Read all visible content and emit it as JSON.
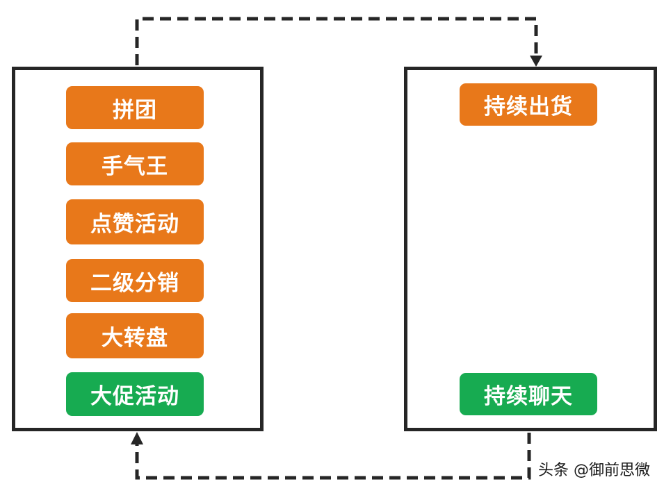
{
  "left_panel": {
    "items": [
      {
        "label": "拼团",
        "color": "#e8781a"
      },
      {
        "label": "手气王",
        "color": "#e8781a"
      },
      {
        "label": "点赞活动",
        "color": "#e8781a"
      },
      {
        "label": "二级分销",
        "color": "#e8781a"
      },
      {
        "label": "大转盘",
        "color": "#e8781a"
      },
      {
        "label": "大促活动",
        "color": "#17ab51"
      }
    ]
  },
  "right_panel": {
    "top_item": {
      "label": "持续出货",
      "color": "#e8781a"
    },
    "bottom_item": {
      "label": "持续聊天",
      "color": "#17ab51"
    }
  },
  "connectors": {
    "style": "dashed",
    "color": "#262626"
  },
  "watermark": "头条 @御前思微"
}
